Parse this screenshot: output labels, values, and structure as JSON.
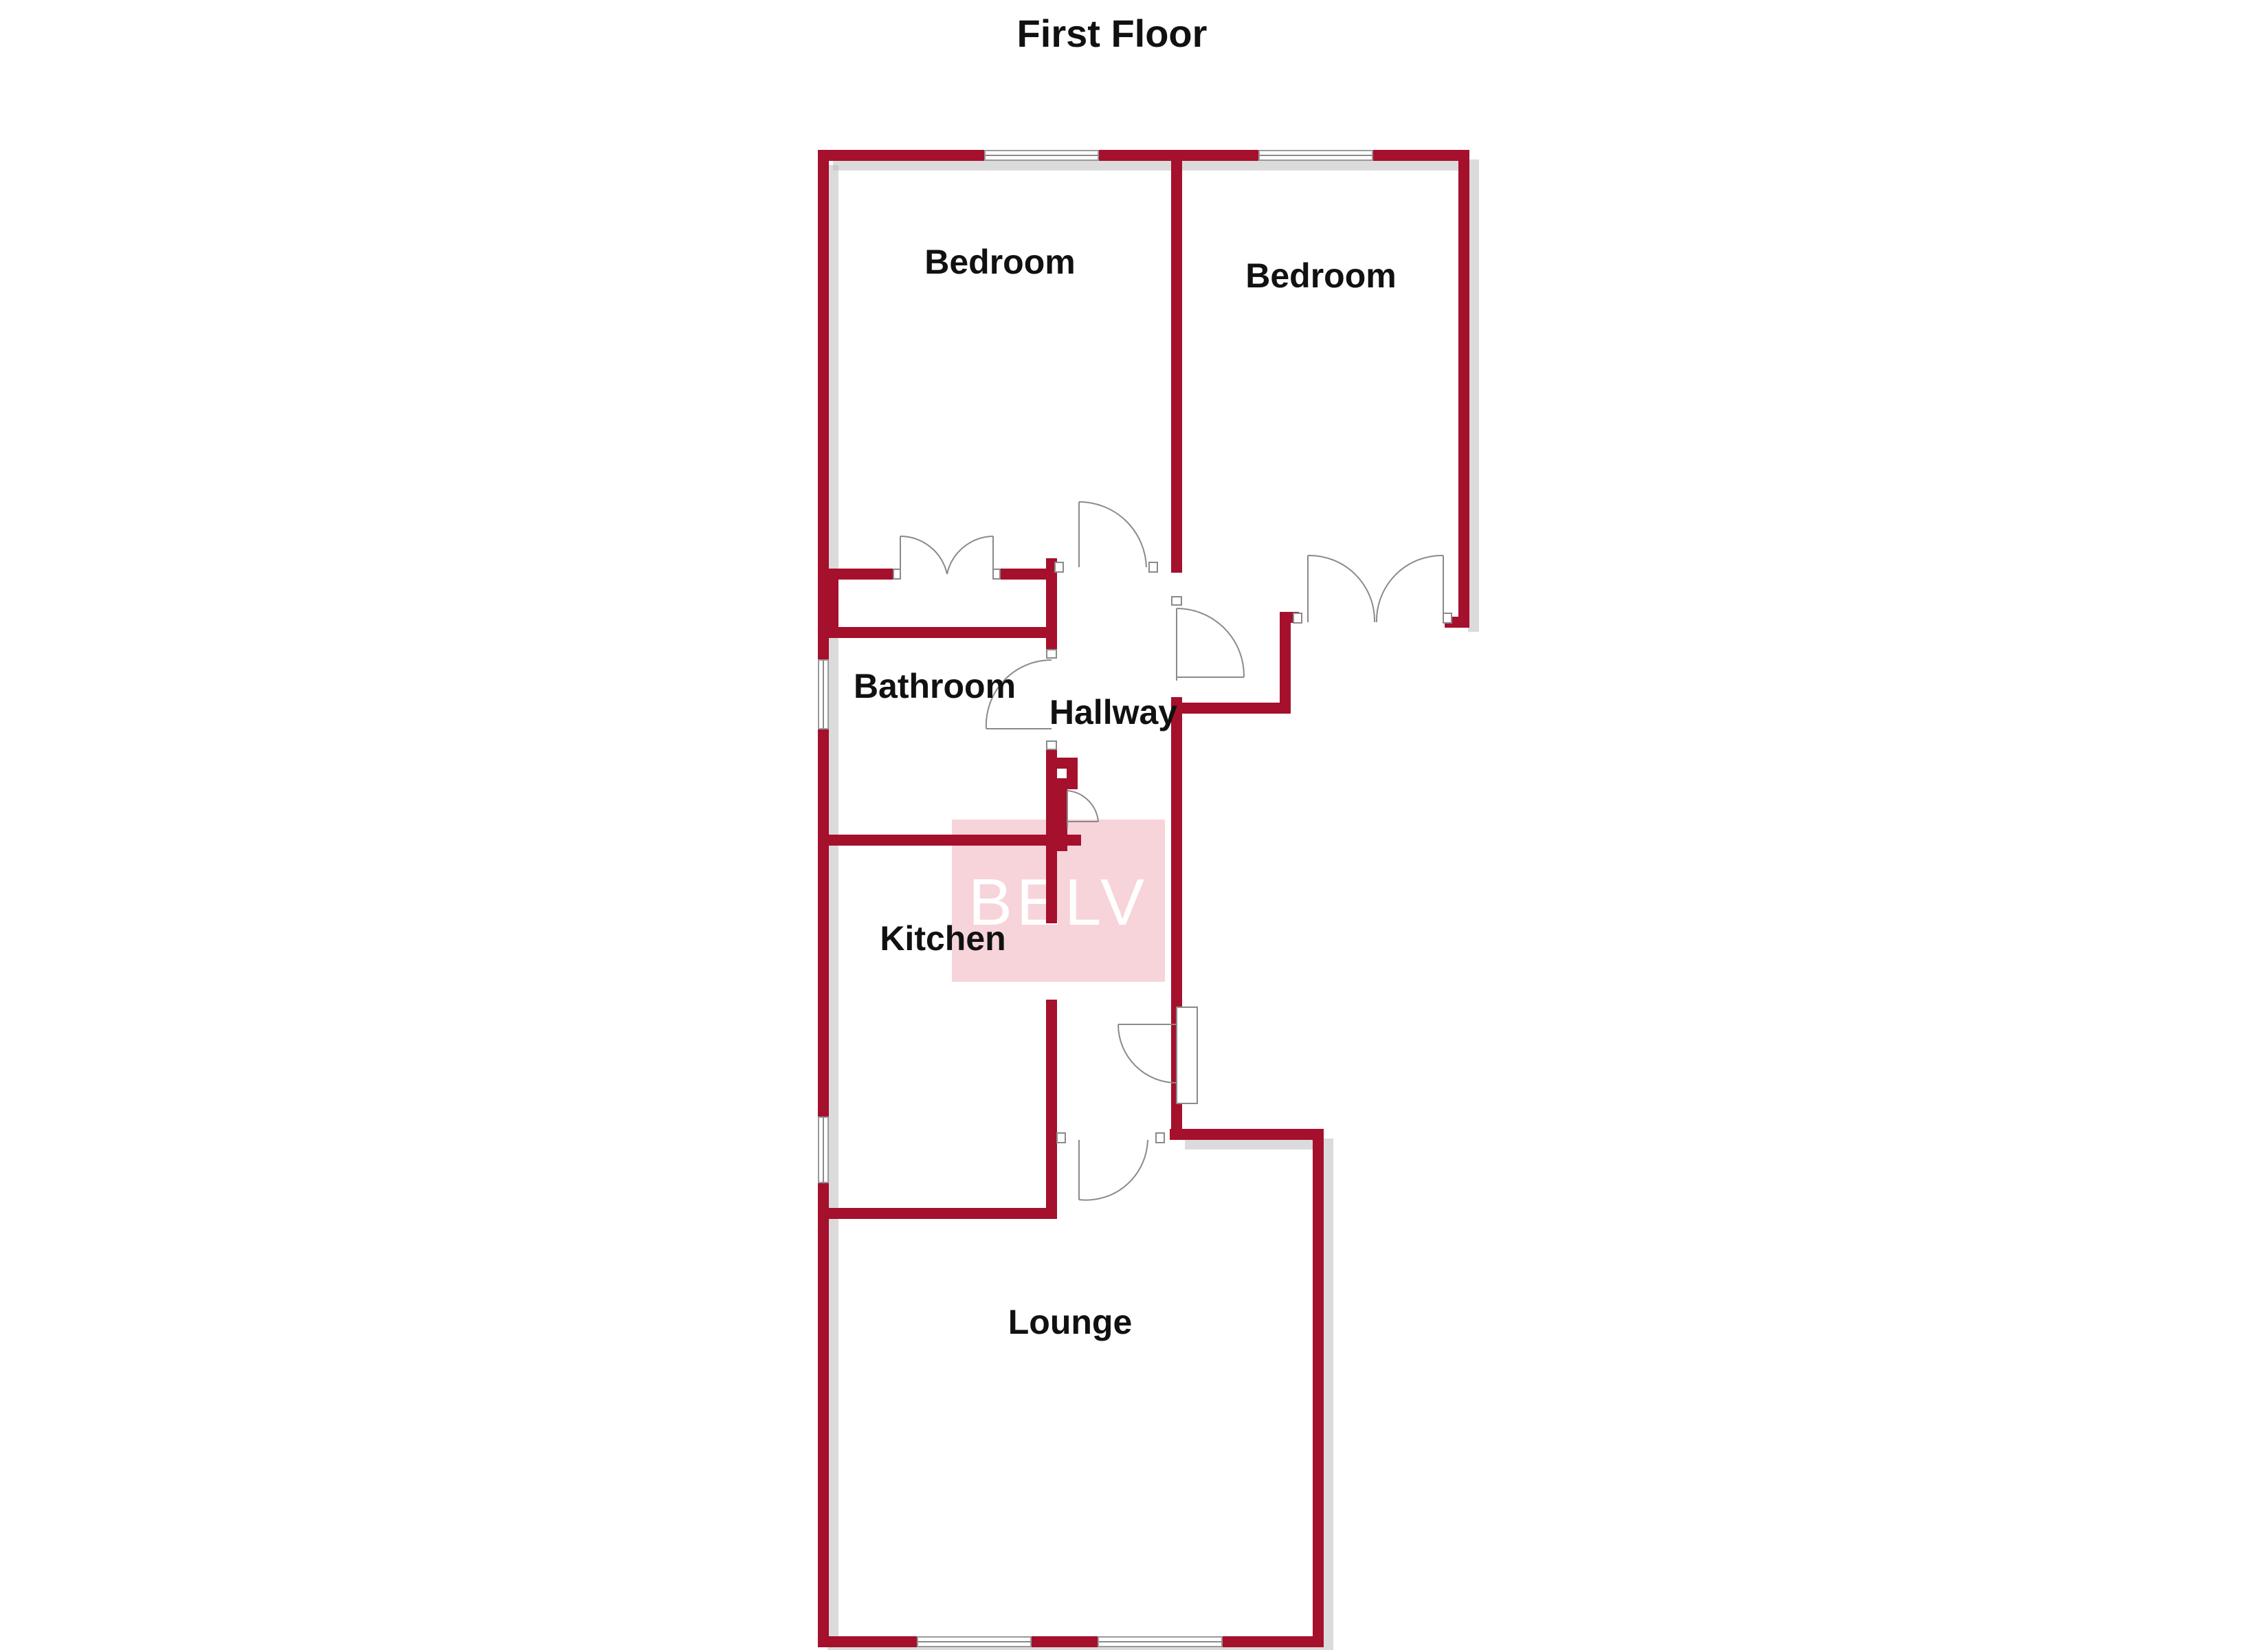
{
  "title": "First Floor",
  "rooms": {
    "bedroom_1": "Bedroom",
    "bedroom_2": "Bedroom",
    "bathroom": "Bathroom",
    "hallway": "Hallway",
    "kitchen": "Kitchen",
    "lounge": "Lounge"
  },
  "watermark": "BELV",
  "colors": {
    "wall": "#a5102c",
    "watermark_bg": "#f4c6cd"
  }
}
